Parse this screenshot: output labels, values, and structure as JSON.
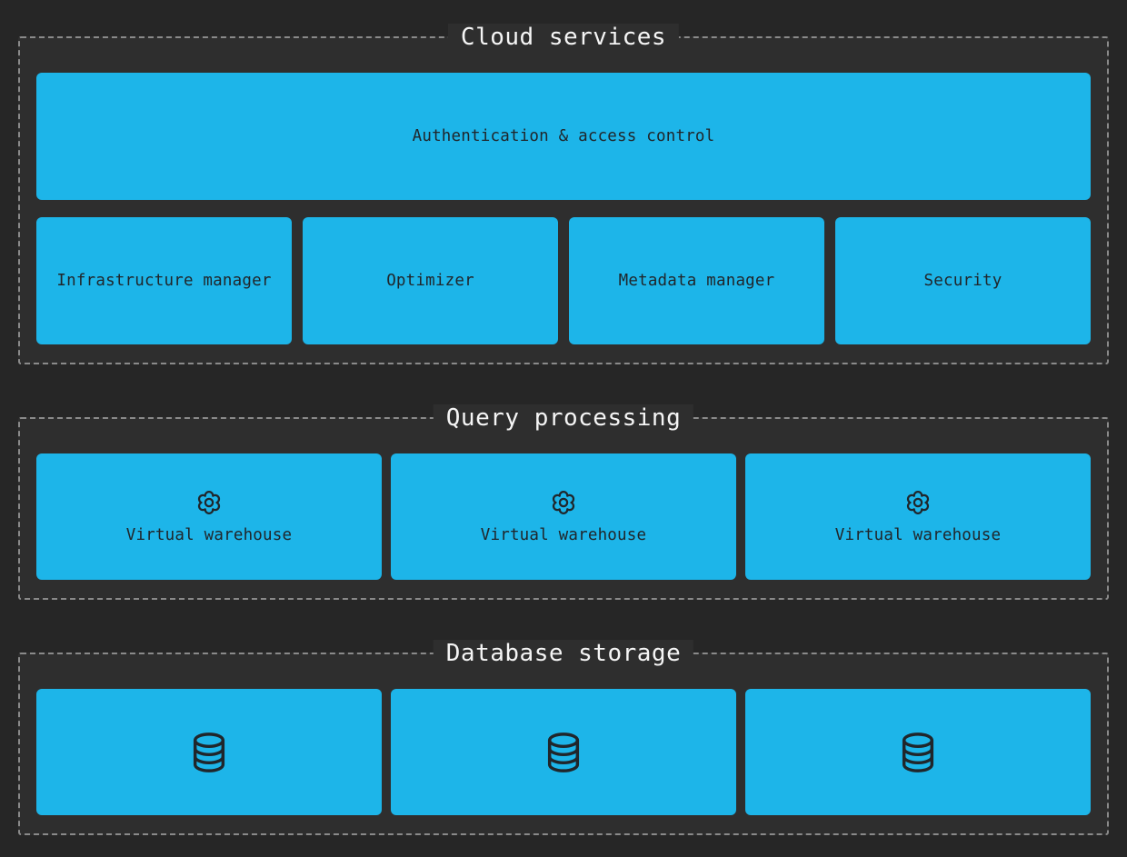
{
  "diagram": {
    "colors": {
      "accent_blue": "#1db5e9",
      "canvas_background": "#262626",
      "section_background": "#2e2e2e",
      "dashed_border": "#8a8a8a",
      "section_title_text": "#f5f5f5",
      "node_text": "#20262b"
    },
    "sections": [
      {
        "title": "Cloud services",
        "wide_node": {
          "label": "Authentication & access control"
        },
        "nodes": [
          {
            "label": "Infrastructure manager"
          },
          {
            "label": "Optimizer"
          },
          {
            "label": "Metadata manager"
          },
          {
            "label": "Security"
          }
        ]
      },
      {
        "title": "Query processing",
        "nodes": [
          {
            "icon": "gear-icon",
            "label": "Virtual warehouse"
          },
          {
            "icon": "gear-icon",
            "label": "Virtual warehouse"
          },
          {
            "icon": "gear-icon",
            "label": "Virtual warehouse"
          }
        ]
      },
      {
        "title": "Database storage",
        "nodes": [
          {
            "icon": "database-icon"
          },
          {
            "icon": "database-icon"
          },
          {
            "icon": "database-icon"
          }
        ]
      }
    ]
  }
}
